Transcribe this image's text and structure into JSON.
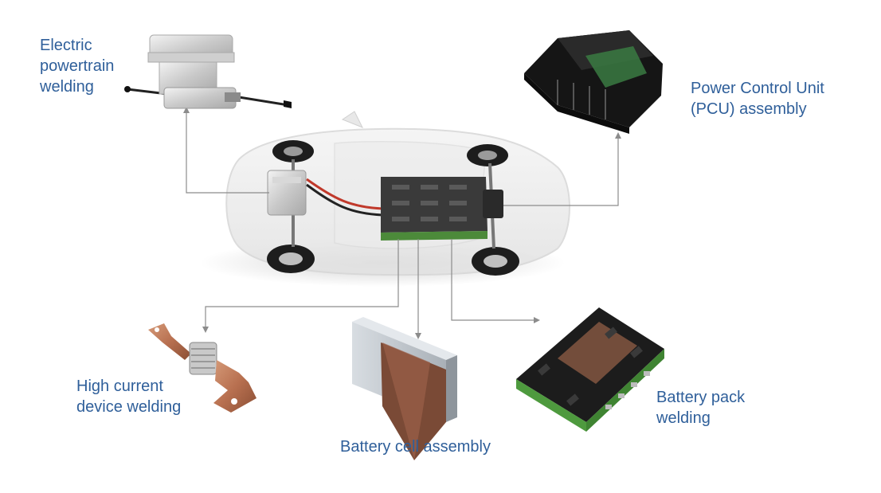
{
  "labels": {
    "powertrain": [
      "Electric",
      "powertrain",
      "welding"
    ],
    "pcu": [
      "Power Control Unit",
      "(PCU) assembly"
    ],
    "high_current": [
      "High current",
      "device welding"
    ],
    "battery_cell": [
      "Battery cell assembly"
    ],
    "battery_pack": [
      "Battery pack",
      "welding"
    ]
  },
  "colors": {
    "label_text": "#2f5f9a",
    "leader_line": "#8c8c8c",
    "battery_green": "#5aa84a",
    "copper": "#b87050",
    "dark_component": "#1e1e1e"
  }
}
